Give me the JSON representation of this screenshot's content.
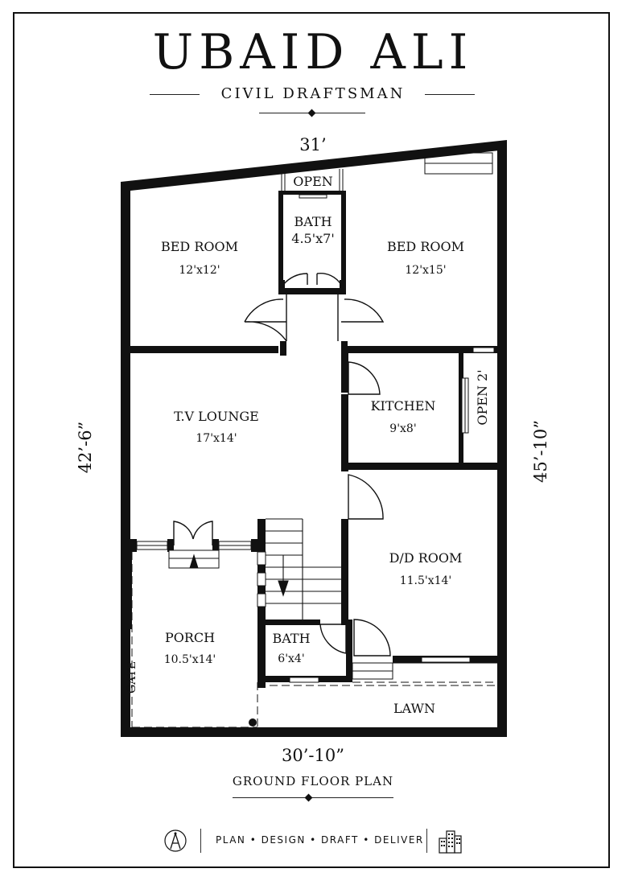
{
  "header": {
    "name": "UBAID ALI",
    "profession": "CIVIL DRAFTSMAN"
  },
  "plan": {
    "dim_top": "31’",
    "dim_bottom": "30’-10”",
    "dim_left": "42’-6”",
    "dim_right": "45’-10”",
    "caption": "GROUND FLOOR PLAN",
    "rooms": {
      "open_top": "OPEN",
      "bath_top": {
        "name": "BATH",
        "size": "4.5'x7'"
      },
      "bed_left": {
        "name": "BED ROOM",
        "size": "12'x12'"
      },
      "bed_right": {
        "name": "BED ROOM",
        "size": "12'x15'"
      },
      "tv_lounge": {
        "name": "T.V LOUNGE",
        "size": "17'x14'"
      },
      "kitchen": {
        "name": "KITCHEN",
        "size": "9'x8'"
      },
      "open_side": "OPEN 2'",
      "dd_room": {
        "name": "D/D ROOM",
        "size": "11.5'x14'"
      },
      "porch": {
        "name": "PORCH",
        "size": "10.5'x14'"
      },
      "bath_bottom": {
        "name": "BATH",
        "size": "6'x4'"
      },
      "lawn": "LAWN",
      "gate": "GATE"
    }
  },
  "footer": {
    "tagline": "PLAN  •  DESIGN  •  DRAFT  •  DELIVER",
    "logo_left_icon": "compass-logo-icon",
    "logo_right_icon": "buildings-icon"
  },
  "colors": {
    "ink": "#111111",
    "background": "#ffffff"
  }
}
